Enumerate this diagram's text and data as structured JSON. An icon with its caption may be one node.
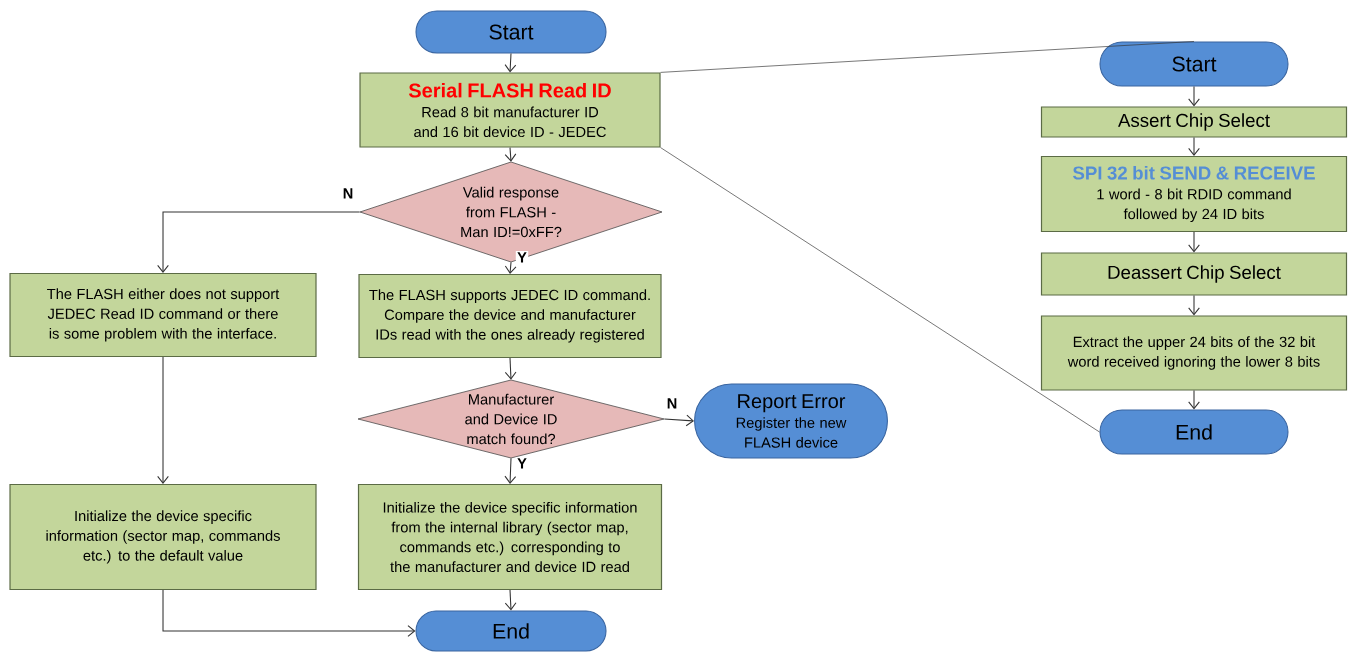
{
  "diagram": {
    "nodes": [
      {
        "text": [
          "Start"
        ]
      },
      {
        "text": [
          "Serial FLASH Read ID",
          "Read 8 bit manufacturer ID and 16 bit device ID - JEDEC"
        ]
      },
      {
        "text": [
          "Valid response from FLASH - Man ID!=0xFF?"
        ]
      },
      {
        "text": [
          "The FLASH supports JEDEC ID command. Compare the device and manufacturer IDs read with the ones already registered"
        ]
      },
      {
        "text": [
          "The FLASH either does not support JEDEC Read ID command or there is some problem with the interface."
        ]
      },
      {
        "text": [
          "Manufacturer and Device ID match found?"
        ]
      },
      {
        "text": [
          "Report Error",
          "Register the new FLASH device"
        ]
      },
      {
        "text": [
          "Initialize the device specific information from the internal library (sector map, commands etc.) corresponding to the manufacturer and device ID read"
        ]
      },
      {
        "text": [
          "Initialize the device specific information (sector map, commands etc.) to the default value"
        ]
      },
      {
        "text": [
          "End"
        ]
      },
      {
        "text": [
          "Start"
        ]
      },
      {
        "text": [
          "Assert Chip Select"
        ]
      },
      {
        "text": [
          "SPI 32 bit SEND & RECEIVE",
          "1 word - 8 bit RDID command followed by 24 ID bits"
        ]
      },
      {
        "text": [
          "Deassert Chip Select"
        ]
      },
      {
        "text": [
          "Extract the upper 24 bits of the 32 bit word received ignoring the lower 8 bits"
        ]
      },
      {
        "text": [
          "End"
        ]
      }
    ],
    "edges": [
      {
        "from": 0,
        "to": 1,
        "arrow": "to"
      },
      {
        "from": 1,
        "to": 2,
        "arrow": "to"
      },
      {
        "from": 2,
        "to": 3,
        "arrow": "to",
        "label": "Y"
      },
      {
        "from": 2,
        "to": 4,
        "arrow": "to",
        "label": "N"
      },
      {
        "from": 3,
        "to": 5,
        "arrow": "to"
      },
      {
        "from": 5,
        "to": 6,
        "arrow": "to",
        "label": "N"
      },
      {
        "from": 5,
        "to": 7,
        "arrow": "to",
        "label": "Y"
      },
      {
        "from": 7,
        "to": 9,
        "arrow": "to"
      },
      {
        "from": 4,
        "to": 8,
        "arrow": "to"
      },
      {
        "from": 8,
        "to": 9,
        "arrow": "to"
      },
      {
        "from": 10,
        "to": 11,
        "arrow": "to"
      },
      {
        "from": 11,
        "to": 12,
        "arrow": "to"
      },
      {
        "from": 12,
        "to": 13,
        "arrow": "to"
      },
      {
        "from": 13,
        "to": 14,
        "arrow": "to"
      },
      {
        "from": 14,
        "to": 15,
        "arrow": "to"
      },
      {
        "from": 1,
        "to": 10,
        "arrow": "none"
      },
      {
        "from": 1,
        "to": 15,
        "arrow": "none"
      }
    ]
  }
}
